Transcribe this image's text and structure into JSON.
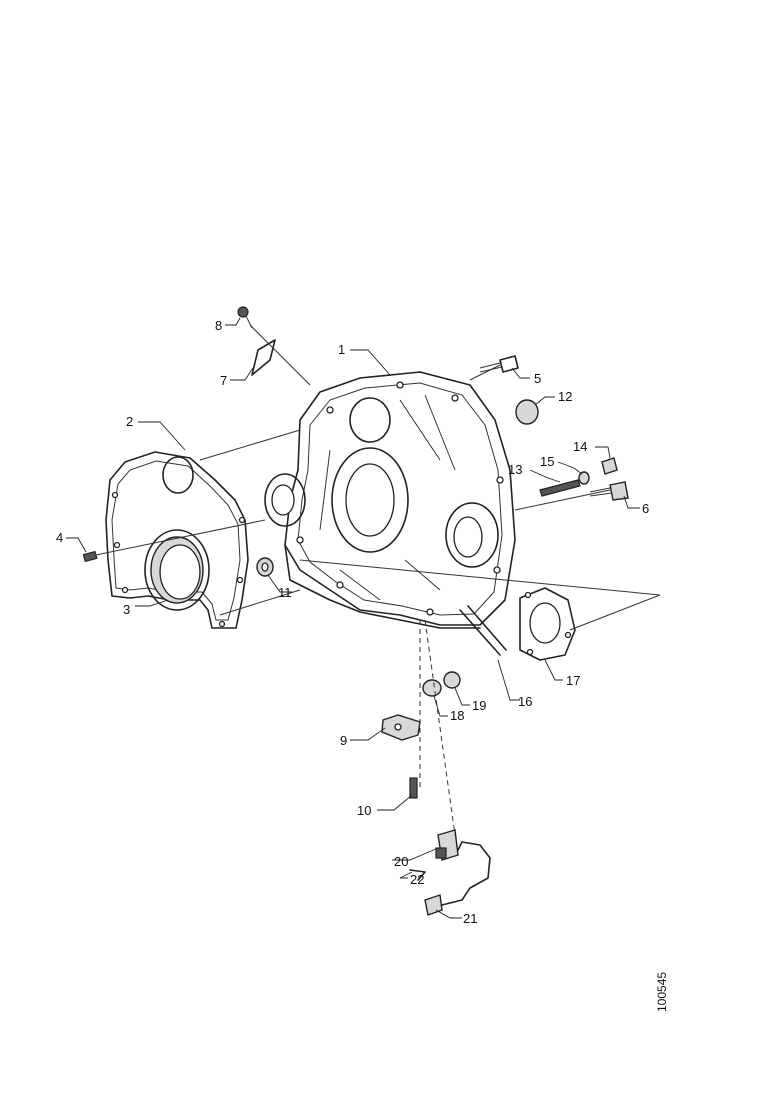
{
  "callouts": [
    {
      "id": "c1",
      "label": "1"
    },
    {
      "id": "c2",
      "label": "2"
    },
    {
      "id": "c3",
      "label": "3"
    },
    {
      "id": "c4",
      "label": "4"
    },
    {
      "id": "c5",
      "label": "5"
    },
    {
      "id": "c6",
      "label": "6"
    },
    {
      "id": "c7",
      "label": "7"
    },
    {
      "id": "c8",
      "label": "8"
    },
    {
      "id": "c9",
      "label": "9"
    },
    {
      "id": "c10",
      "label": "10"
    },
    {
      "id": "c11",
      "label": "11"
    },
    {
      "id": "c12",
      "label": "12"
    },
    {
      "id": "c13",
      "label": "13"
    },
    {
      "id": "c14",
      "label": "14"
    },
    {
      "id": "c15",
      "label": "15"
    },
    {
      "id": "c16",
      "label": "16"
    },
    {
      "id": "c17",
      "label": "17"
    },
    {
      "id": "c18",
      "label": "18"
    },
    {
      "id": "c19",
      "label": "19"
    },
    {
      "id": "c20",
      "label": "20"
    },
    {
      "id": "c21",
      "label": "21"
    },
    {
      "id": "c22",
      "label": "22"
    }
  ],
  "reference_number": "100545"
}
